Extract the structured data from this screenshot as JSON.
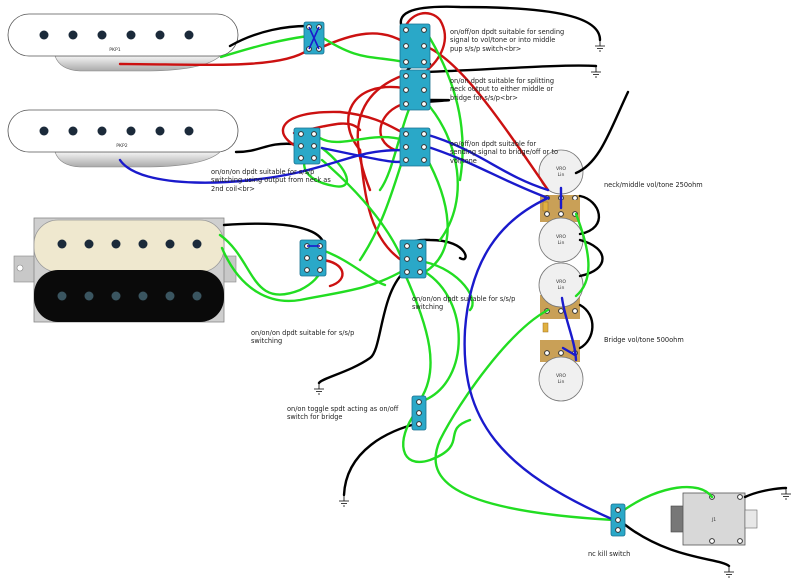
{
  "pickups": {
    "pkp1": "PKP1",
    "pkp2": "PKP2"
  },
  "pots": {
    "type": "VRO",
    "taper": "Lin"
  },
  "jack": "J1",
  "labels": {
    "dpdt_top": "on/off/on dpdt suitable for sending signal to vol/tone or into middle pup s/s/p switch<br>",
    "dpdt_split": "on/on dpdt suitable for splitting neck output to either middle or bridge for s/s/p<br>",
    "dpdt_bridge": "on/off/on dpdt suitable for sending signal to bridge/off or to vol/tone",
    "dpdt_ssp_left": "on/on/on dpdt suitable for s/s/p switching using output from neck as 2nd coil<br>",
    "neck_middle": "neck/middle vol/tone 250ohm",
    "dpdt_ssp_mid": "on/on/on dpdt suitable for s/s/p switching",
    "dpdt_ssp_bottom": "on/on/on dpdt suitable for s/s/p switching",
    "bridge_voltone": "Bridge vol/tone 500ohm",
    "toggle_spdt": "on/on toggle spdt acting as on/off switch for bridge",
    "kill_switch": "nc kill switch"
  },
  "colors": {
    "wire_green": "#22dd22",
    "wire_red": "#cc1111",
    "wire_black": "#000000",
    "wire_blue": "#1a1acc",
    "switch_blue": "#2aa8c8",
    "humbucker_cream": "#efe8cf",
    "pot_tab": "#c9a057"
  }
}
